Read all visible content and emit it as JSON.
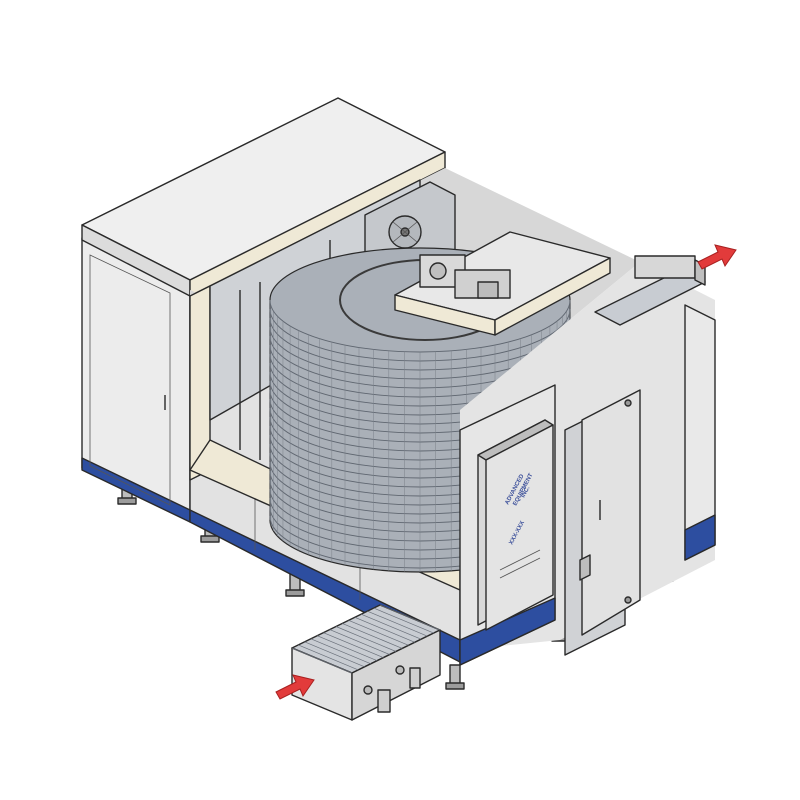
{
  "colors": {
    "panel": "#e6e6e6",
    "panel_dark": "#c9c9c9",
    "panel_light": "#f4f4f4",
    "base_stripe": "#2d4ea0",
    "arrow": "#e23b3b",
    "insulation": "#efe9d6",
    "spiral": "#9aa0a8",
    "outline": "#2a2a2a"
  },
  "control_panel": {
    "label_lines": [
      "ADVANCED",
      "EQUIPMENT",
      "INC."
    ],
    "tag": "XXX-XXX"
  },
  "arrows": [
    {
      "name": "outlet-arrow-icon",
      "direction": "out"
    },
    {
      "name": "inlet-arrow-icon",
      "direction": "in"
    }
  ]
}
